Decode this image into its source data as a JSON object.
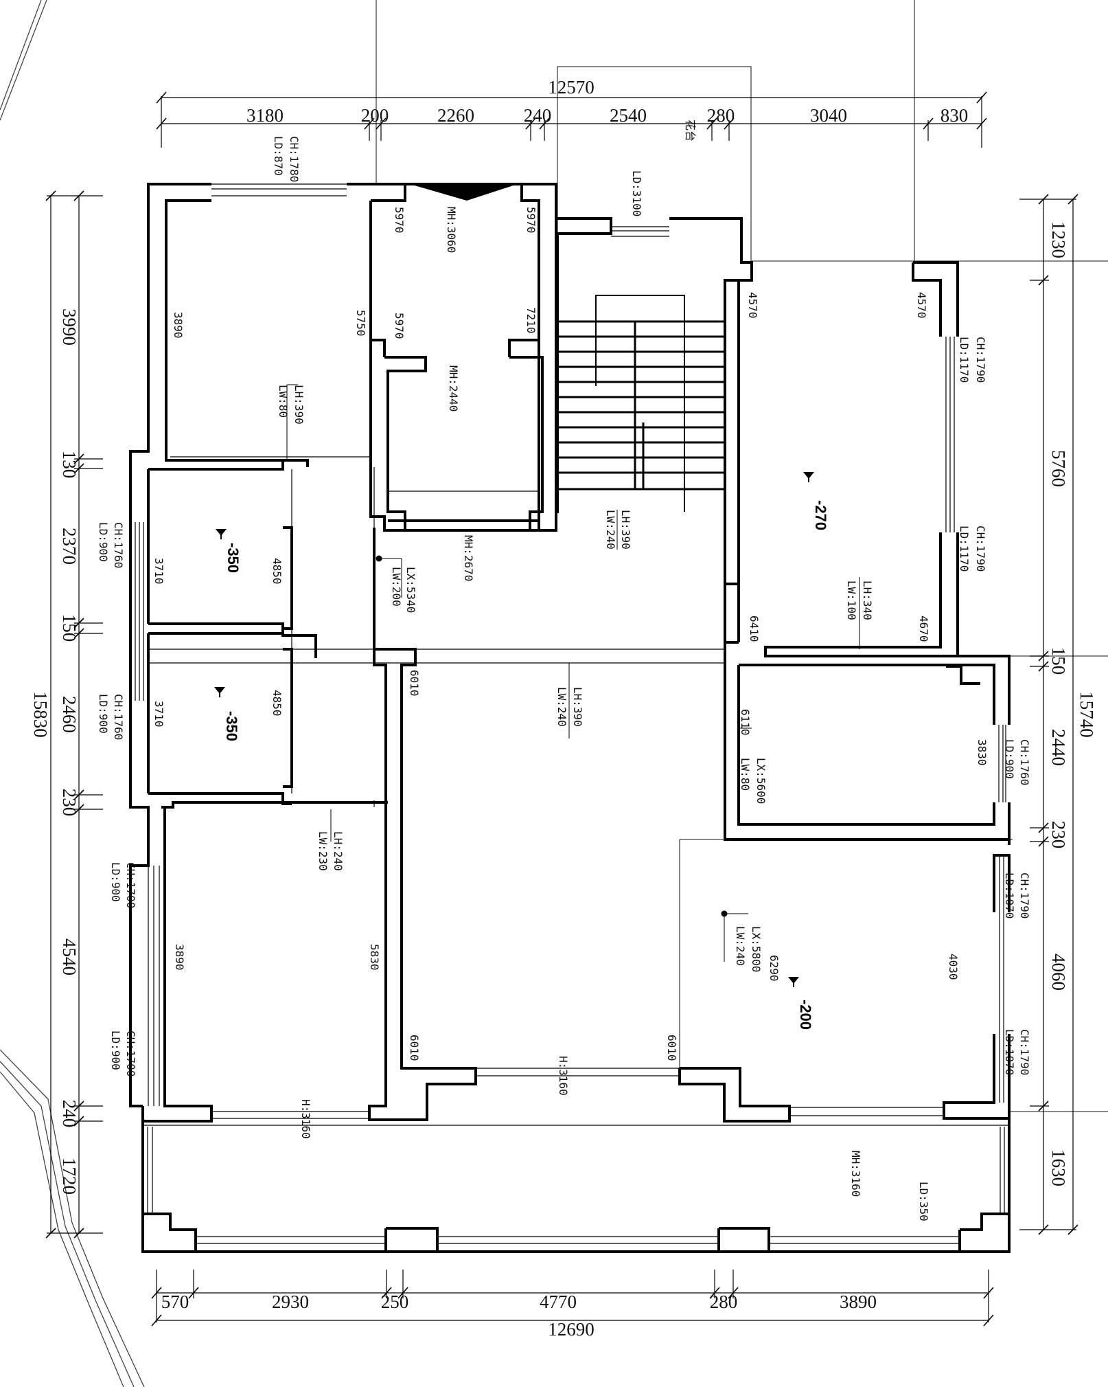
{
  "dims_top": {
    "total": "12570",
    "segments": [
      "3180",
      "200",
      "2260",
      "240",
      "2540",
      "280",
      "3040",
      "830"
    ],
    "balcony_label": "花台"
  },
  "dims_bottom": {
    "total": "12690",
    "segments": [
      "570",
      "2930",
      "250",
      "4770",
      "280",
      "3890"
    ]
  },
  "dims_left": {
    "total": "15830",
    "segments": [
      "3990",
      "130",
      "2370",
      "150",
      "2460",
      "230",
      "4540",
      "240",
      "1720"
    ]
  },
  "dims_right": {
    "total": "15740",
    "segments": [
      "1230",
      "5760",
      "150",
      "2440",
      "230",
      "4060",
      "1630"
    ]
  },
  "levels": [
    "-350",
    "-350",
    "-270",
    "-200"
  ],
  "annotations": {
    "a1": "CH:1780",
    "a2": "LD:870",
    "a3": "LD:3100",
    "a4": "MH:3060",
    "a5": "5970",
    "a6": "5970",
    "a7": "5970",
    "a8": "7210",
    "a9": "MH:2440",
    "a10": "3890",
    "a11": "5750",
    "a12": "LH:390",
    "a13": "LW:80",
    "a14": "CH:1760",
    "a15": "LD:900",
    "a16": "3710",
    "a17": "4850",
    "a18": "LX:5340",
    "a19": "LW:200",
    "a20": "MH:2670",
    "a21": "LH:390",
    "a22": "LW:240",
    "a23": "4570",
    "a24": "4570",
    "a25": "CH:1790",
    "a26": "LD:1170",
    "a27": "CH:1790",
    "a28": "LD:1170",
    "a29": "LH:340",
    "a30": "LW:100",
    "a31": "6410",
    "a32": "4670",
    "a33": "CH:1760",
    "a34": "LD:900",
    "a35": "3710",
    "a36": "4850",
    "a37": "6010",
    "a38": "LH:390",
    "a39": "LW:240",
    "a40": "6110",
    "a41": "LX:5600",
    "a42": "LW:80",
    "a43": "3830",
    "a44": "CH:1760",
    "a45": "LD:900",
    "a46": "LH:240",
    "a47": "LW:230",
    "a48": "CH:1700",
    "a49": "LD:900",
    "a50": "3890",
    "a51": "5830",
    "a52": "CH:1700",
    "a53": "LD:900",
    "a54": "6010",
    "a55": "H:3160",
    "a56": "6010",
    "a57": "LX:5800",
    "a58": "LW:240",
    "a59": "6290",
    "a60": "4030",
    "a61": "CH:1790",
    "a62": "LD:1070",
    "a63": "CH:1790",
    "a64": "LD:1070",
    "a65": "H:3160",
    "a66": "MH:3160",
    "a67": "LD:350"
  }
}
